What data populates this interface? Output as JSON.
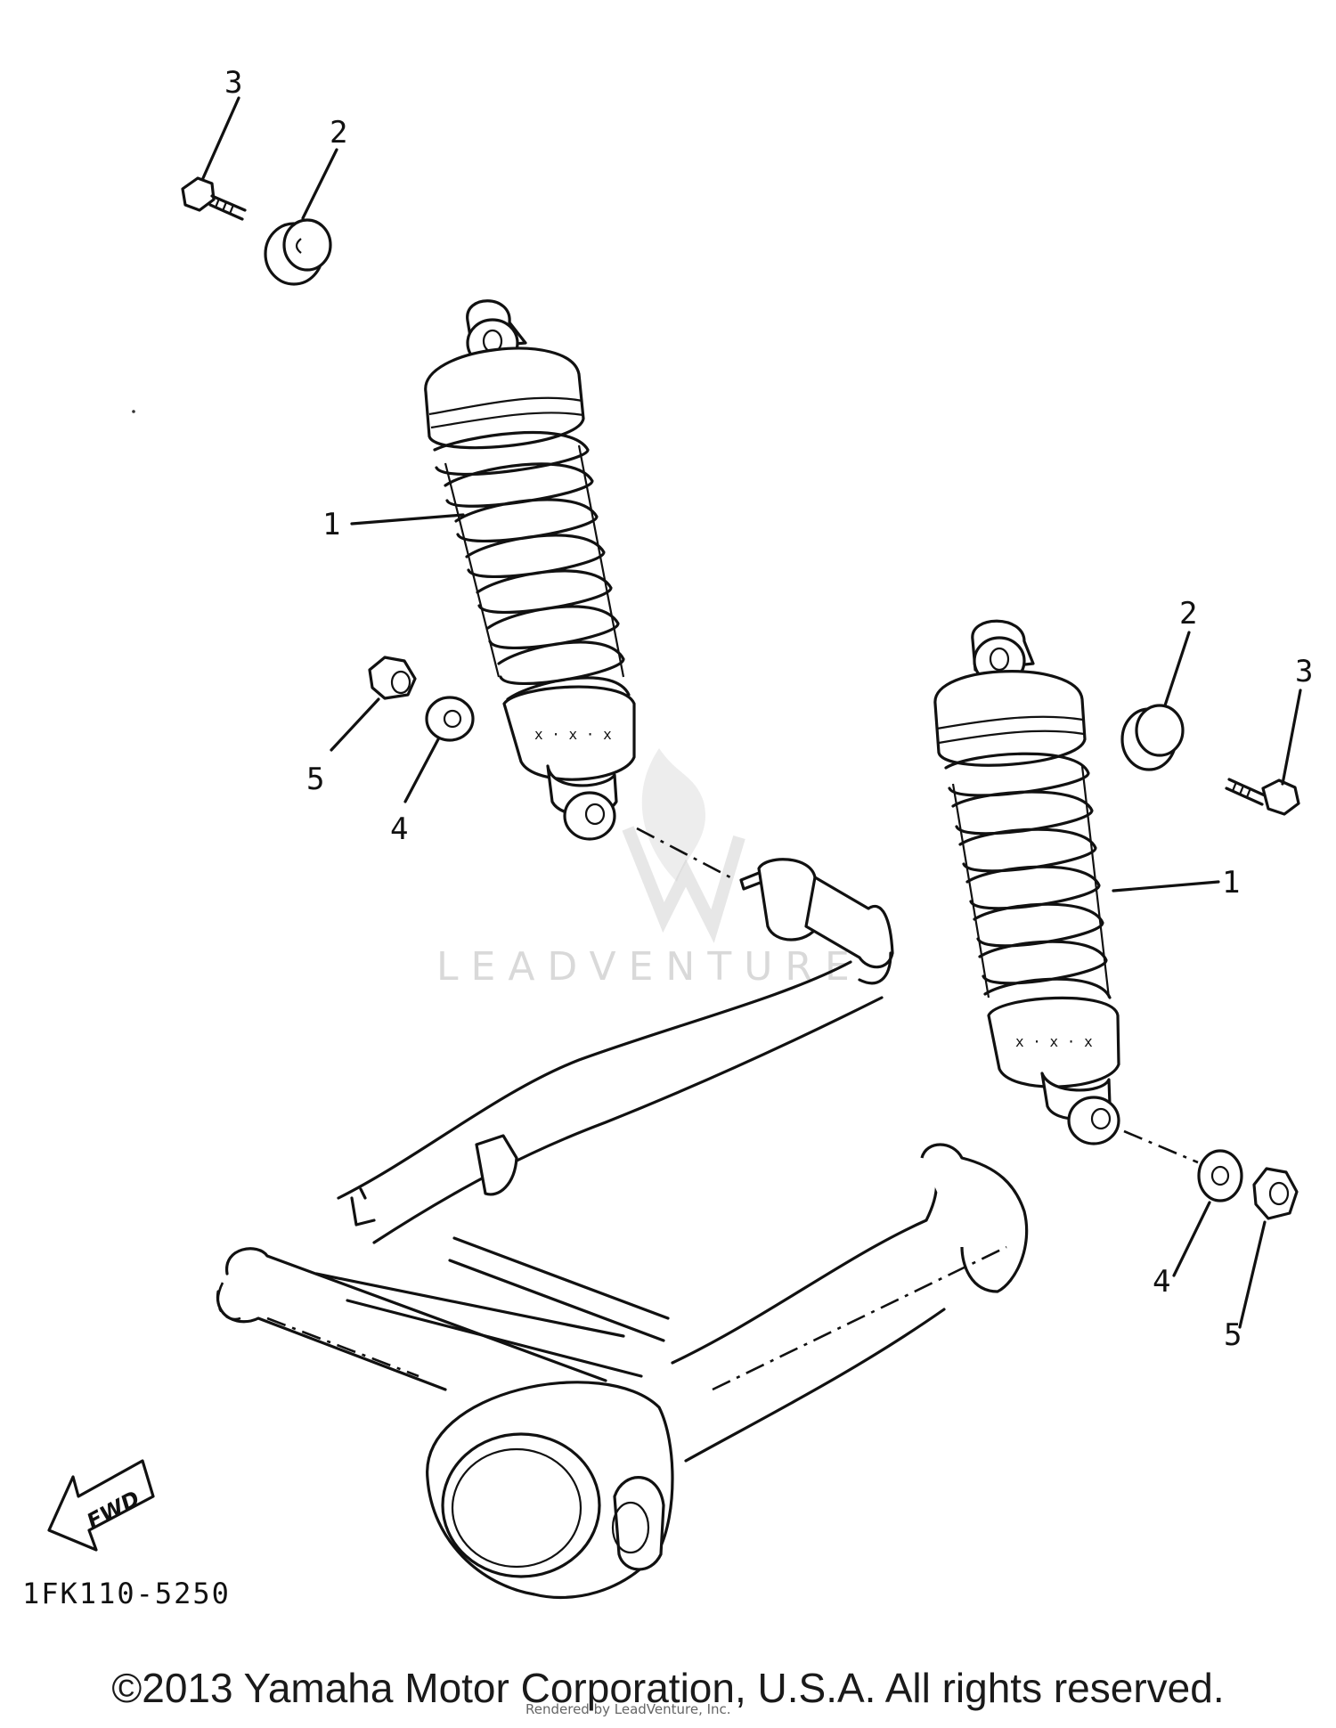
{
  "diagram": {
    "callouts": {
      "top_left": {
        "bolt": "3",
        "bushing": "2"
      },
      "left_shock": {
        "shock": "1",
        "nut": "5",
        "washer": "4"
      },
      "right_shock": {
        "bushing": "2",
        "bolt": "3",
        "shock": "1",
        "washer": "4",
        "nut": "5"
      }
    },
    "fwd_label": "FWD",
    "part_code": "1FK110-5250",
    "watermark": "LEADVENTURE"
  },
  "footer": {
    "copyright": "©2013 Yamaha Motor Corporation, U.S.A. All rights reserved.",
    "overlay_note": "Rendered by LeadVenture, Inc."
  }
}
